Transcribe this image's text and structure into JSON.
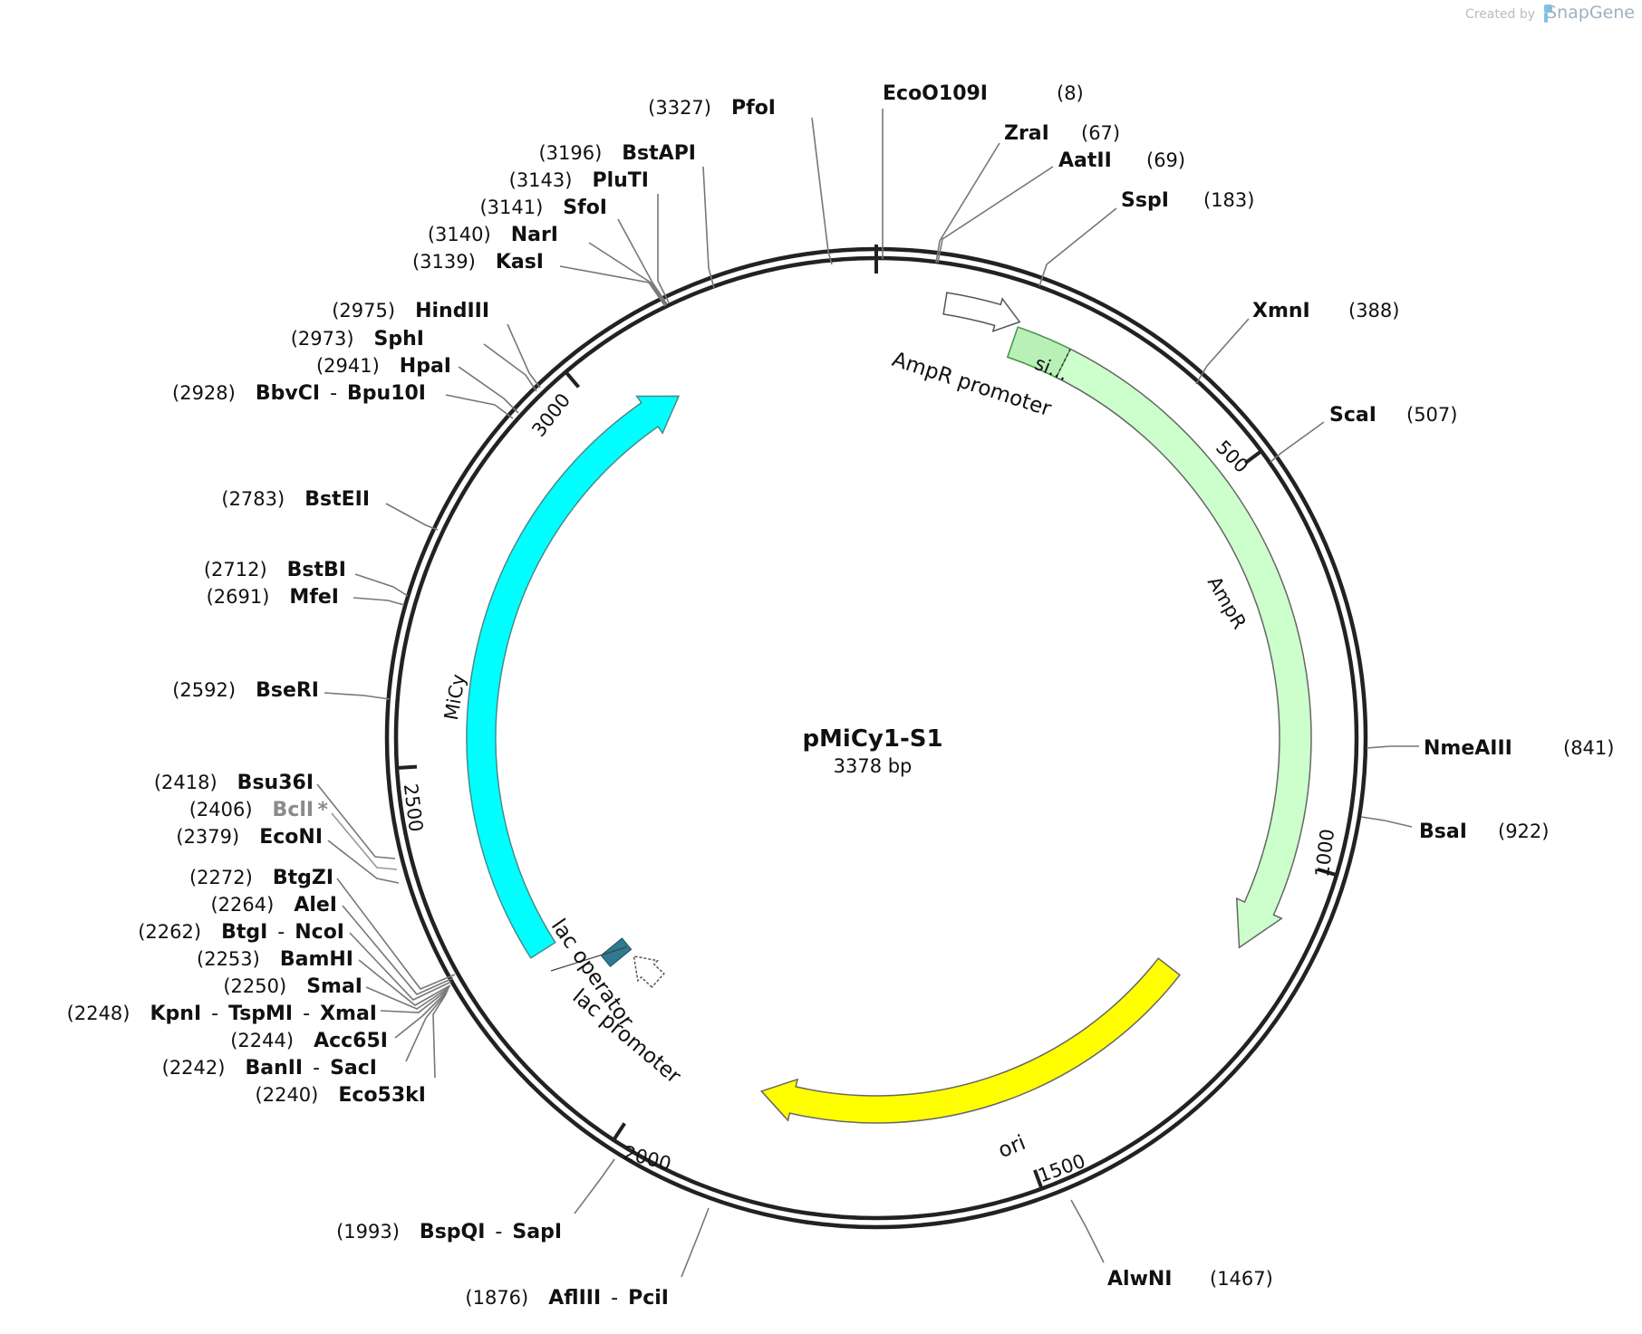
{
  "credit": {
    "prefix": "Created by",
    "brand": "SnapGene"
  },
  "plasmid": {
    "name": "pMiCy1-S1",
    "length_label": "3378 bp",
    "length": 3378
  },
  "ticks": [
    {
      "pos": 500,
      "label": "500"
    },
    {
      "pos": 1000,
      "label": "1000"
    },
    {
      "pos": 1500,
      "label": "1500"
    },
    {
      "pos": 2000,
      "label": "2000"
    },
    {
      "pos": 2500,
      "label": "2500"
    },
    {
      "pos": 3000,
      "label": "3000"
    }
  ],
  "features": [
    {
      "name": "AmpR promoter",
      "color": "#ffffff",
      "stroke": "#555555"
    },
    {
      "name": "si…",
      "color": "#ccffcc",
      "stroke": "#4a9a4a"
    },
    {
      "name": "AmpR",
      "color": "#ccffcc",
      "stroke": "#666666"
    },
    {
      "name": "ori",
      "color": "#ffff00",
      "stroke": "#666666"
    },
    {
      "name": "lac promoter",
      "color": "#ffffff",
      "stroke": "#555555"
    },
    {
      "name": "lac operator",
      "color": "#2e7a90",
      "stroke": "#1d4f5e"
    },
    {
      "name": "MiCy",
      "color": "#00ffff",
      "stroke": "#4a8a8a"
    }
  ],
  "sites": [
    {
      "pos": "(8)",
      "names": [
        "EcoO109I"
      ]
    },
    {
      "pos": "(67)",
      "names": [
        "ZraI"
      ]
    },
    {
      "pos": "(69)",
      "names": [
        "AatII"
      ]
    },
    {
      "pos": "(183)",
      "names": [
        "SspI"
      ]
    },
    {
      "pos": "(388)",
      "names": [
        "XmnI"
      ]
    },
    {
      "pos": "(507)",
      "names": [
        "ScaI"
      ]
    },
    {
      "pos": "(841)",
      "names": [
        "NmeAIII"
      ]
    },
    {
      "pos": "(922)",
      "names": [
        "BsaI"
      ]
    },
    {
      "pos": "(1467)",
      "names": [
        "AlwNI"
      ]
    },
    {
      "pos": "(1876)",
      "names": [
        "AflIII",
        "PciI"
      ]
    },
    {
      "pos": "(1993)",
      "names": [
        "BspQI",
        "SapI"
      ]
    },
    {
      "pos": "(2240)",
      "names": [
        "Eco53kI"
      ]
    },
    {
      "pos": "(2242)",
      "names": [
        "BanII",
        "SacI"
      ]
    },
    {
      "pos": "(2244)",
      "names": [
        "Acc65I"
      ]
    },
    {
      "pos": "(2248)",
      "names": [
        "KpnI",
        "TspMI",
        "XmaI"
      ]
    },
    {
      "pos": "(2250)",
      "names": [
        "SmaI"
      ]
    },
    {
      "pos": "(2253)",
      "names": [
        "BamHI"
      ]
    },
    {
      "pos": "(2262)",
      "names": [
        "BtgI",
        "NcoI"
      ]
    },
    {
      "pos": "(2264)",
      "names": [
        "AleI"
      ]
    },
    {
      "pos": "(2272)",
      "names": [
        "BtgZI"
      ]
    },
    {
      "pos": "(2379)",
      "names": [
        "EcoNI"
      ]
    },
    {
      "pos": "(2406)",
      "names": [
        "BclI"
      ],
      "star": "*",
      "muted": true
    },
    {
      "pos": "(2418)",
      "names": [
        "Bsu36I"
      ]
    },
    {
      "pos": "(2592)",
      "names": [
        "BseRI"
      ]
    },
    {
      "pos": "(2691)",
      "names": [
        "MfeI"
      ]
    },
    {
      "pos": "(2712)",
      "names": [
        "BstBI"
      ]
    },
    {
      "pos": "(2783)",
      "names": [
        "BstEII"
      ]
    },
    {
      "pos": "(2928)",
      "names": [
        "BbvCI",
        "Bpu10I"
      ]
    },
    {
      "pos": "(2941)",
      "names": [
        "HpaI"
      ]
    },
    {
      "pos": "(2973)",
      "names": [
        "SphI"
      ]
    },
    {
      "pos": "(2975)",
      "names": [
        "HindIII"
      ]
    },
    {
      "pos": "(3139)",
      "names": [
        "KasI"
      ]
    },
    {
      "pos": "(3140)",
      "names": [
        "NarI"
      ]
    },
    {
      "pos": "(3141)",
      "names": [
        "SfoI"
      ]
    },
    {
      "pos": "(3143)",
      "names": [
        "PluTI"
      ]
    },
    {
      "pos": "(3196)",
      "names": [
        "BstAPI"
      ]
    },
    {
      "pos": "(3327)",
      "names": [
        "PfoI"
      ]
    }
  ]
}
